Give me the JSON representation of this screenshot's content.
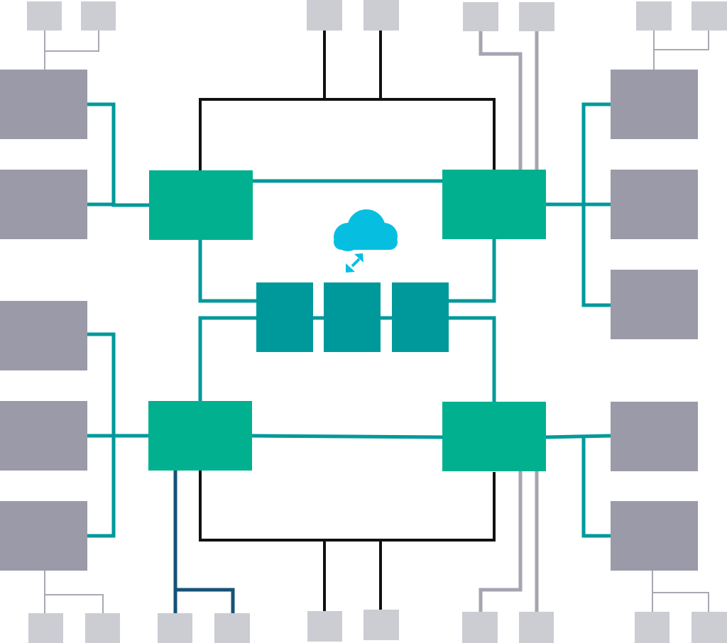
{
  "diagram": {
    "description_text": "",
    "colors": {
      "background": "#ffffff",
      "device_dark": "#9b9aa8",
      "device_light": "#ccccd3",
      "switch": "#00b08f",
      "core": "#00999b",
      "cloud": "#06bfe0",
      "link_teal": "#00999b",
      "link_black": "#111111",
      "link_gray": "#a5a4b1",
      "link_gray_light": "#a9a8b4",
      "link_navy": "#155377"
    },
    "icons": {
      "cloud": "cloud-icon",
      "sync": "double-arrow-icon"
    },
    "nodes": {
      "switches": 4,
      "core_modules": 3,
      "large_devices": 10,
      "small_devices": 16
    }
  }
}
